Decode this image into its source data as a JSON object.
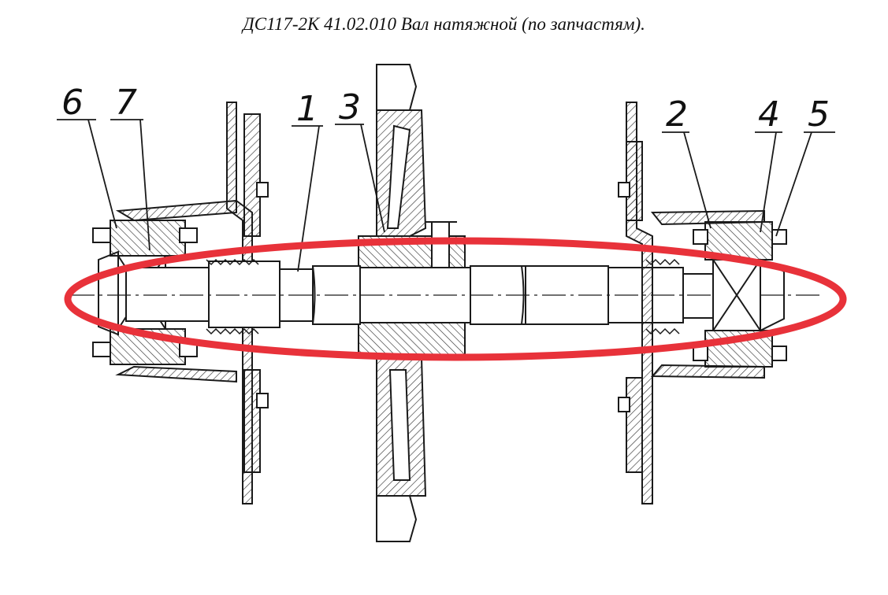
{
  "document": {
    "title": "ДС117-2К 41.02.010 Вал натяжной (по запчастям)."
  },
  "callouts": [
    {
      "id": "6",
      "label": "6"
    },
    {
      "id": "7",
      "label": "7"
    },
    {
      "id": "1",
      "label": "1"
    },
    {
      "id": "3",
      "label": "3"
    },
    {
      "id": "2",
      "label": "2"
    },
    {
      "id": "4",
      "label": "4"
    },
    {
      "id": "5",
      "label": "5"
    }
  ],
  "colors": {
    "ink": "#1a1a1a",
    "highlight": "#e8323a",
    "hatch": "#333333"
  }
}
